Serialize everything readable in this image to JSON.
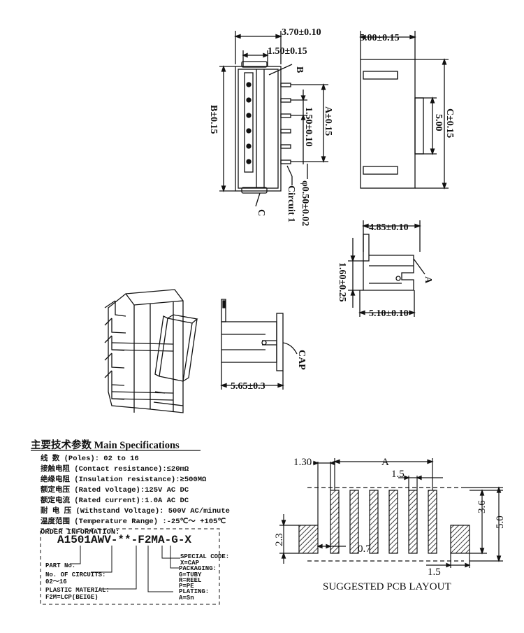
{
  "top_view": {
    "dim_width": "3.70±0.10",
    "dim_inner": "1.50±0.15",
    "label_b": "B",
    "dim_b": "B±0.15",
    "dim_pitch": "1.50±0.10",
    "dim_a": "A±0.15",
    "label_circuit": "Circuit 1",
    "dim_pin": "φ0.50±0.02",
    "label_c": "C"
  },
  "side_view": {
    "dim_width": "5.00±0.15",
    "dim_inner": "5.00",
    "dim_c": "C±0.15"
  },
  "end_view": {
    "dim_top": "4.85±0.10",
    "dim_height": "1.60±0.25",
    "label_a": "A",
    "dim_bottom": "5.10±0.10"
  },
  "cap_view": {
    "label_cap": "CAP",
    "dim_length": "5.65±0.3"
  },
  "specs": {
    "title": "主要技术参数 Main Specifications",
    "lines": [
      "线    数 (Poles): 02 to 16",
      "接触电阻 (Contact resistance):≤20mΩ",
      "绝缘电阻 (Insulation resistance):≥500MΩ",
      "额定电压 (Rated voltage):125V AC DC",
      "额定电流 (Rated current):1.0A AC DC",
      "耐 电 压 (Withstand Voltage): 500V AC/minute",
      "温度范围 (Temperature Range) :-25℃～ +105℃"
    ],
    "order_title": "ORDER INFORMATION:",
    "order_code": "A1501AWV-**-F2MA-G-X",
    "part_no": "PART No.",
    "circuits_1": "No. OF CIRCUITS:",
    "circuits_2": "02～16",
    "plastic_1": "PLASTIC MATERIAL:",
    "plastic_2": "F2M=LCP(BEIGE)",
    "special_1": "SPECIAL CODE:",
    "special_2": "X=CAP",
    "packaging_1": "PACKAGING:",
    "packaging_2": "G=TUBY",
    "packaging_3": "R=REEL",
    "packaging_4": "P=PE",
    "plating_1": "PLATING:",
    "plating_2": "A=Sn"
  },
  "pcb": {
    "dim_130": "1.30",
    "dim_a": "A",
    "dim_15_top": "1.5",
    "dim_36": "3.6",
    "dim_50": "5.0",
    "dim_23": "2.3",
    "dim_07": "0.7",
    "dim_15_bottom": "1.5",
    "caption": "SUGGESTED PCB LAYOUT"
  }
}
